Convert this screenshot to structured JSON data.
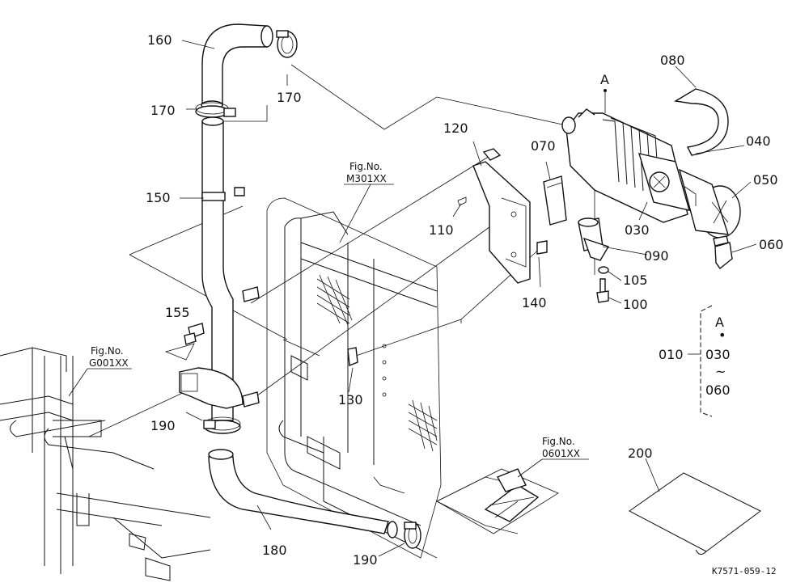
{
  "diagram": {
    "part_labels": {
      "p160": "160",
      "p170a": "170",
      "p170b": "170",
      "p150": "150",
      "p155": "155",
      "p190a": "190",
      "p190b": "190",
      "p180": "180",
      "p120": "120",
      "p070": "070",
      "p110": "110",
      "p140": "140",
      "p130": "130",
      "p080": "080",
      "p040": "040",
      "p050": "050",
      "p060": "060",
      "p030": "030",
      "p090": "090",
      "p105": "105",
      "p100": "100",
      "p200": "200",
      "a_mark": "A"
    },
    "fig_refs": {
      "m301_title": "Fig.No.",
      "m301_code": "M301XX",
      "g001_title": "Fig.No.",
      "g001_code": "G001XX",
      "o601_title": "Fig.No.",
      "o601_code": "0601XX"
    },
    "assembly_note": {
      "marker": "A",
      "dot": "•",
      "assembly": "010",
      "range_start": "030",
      "tilde": "~",
      "range_end": "060"
    },
    "drawing_code": "K7571-059-12"
  }
}
